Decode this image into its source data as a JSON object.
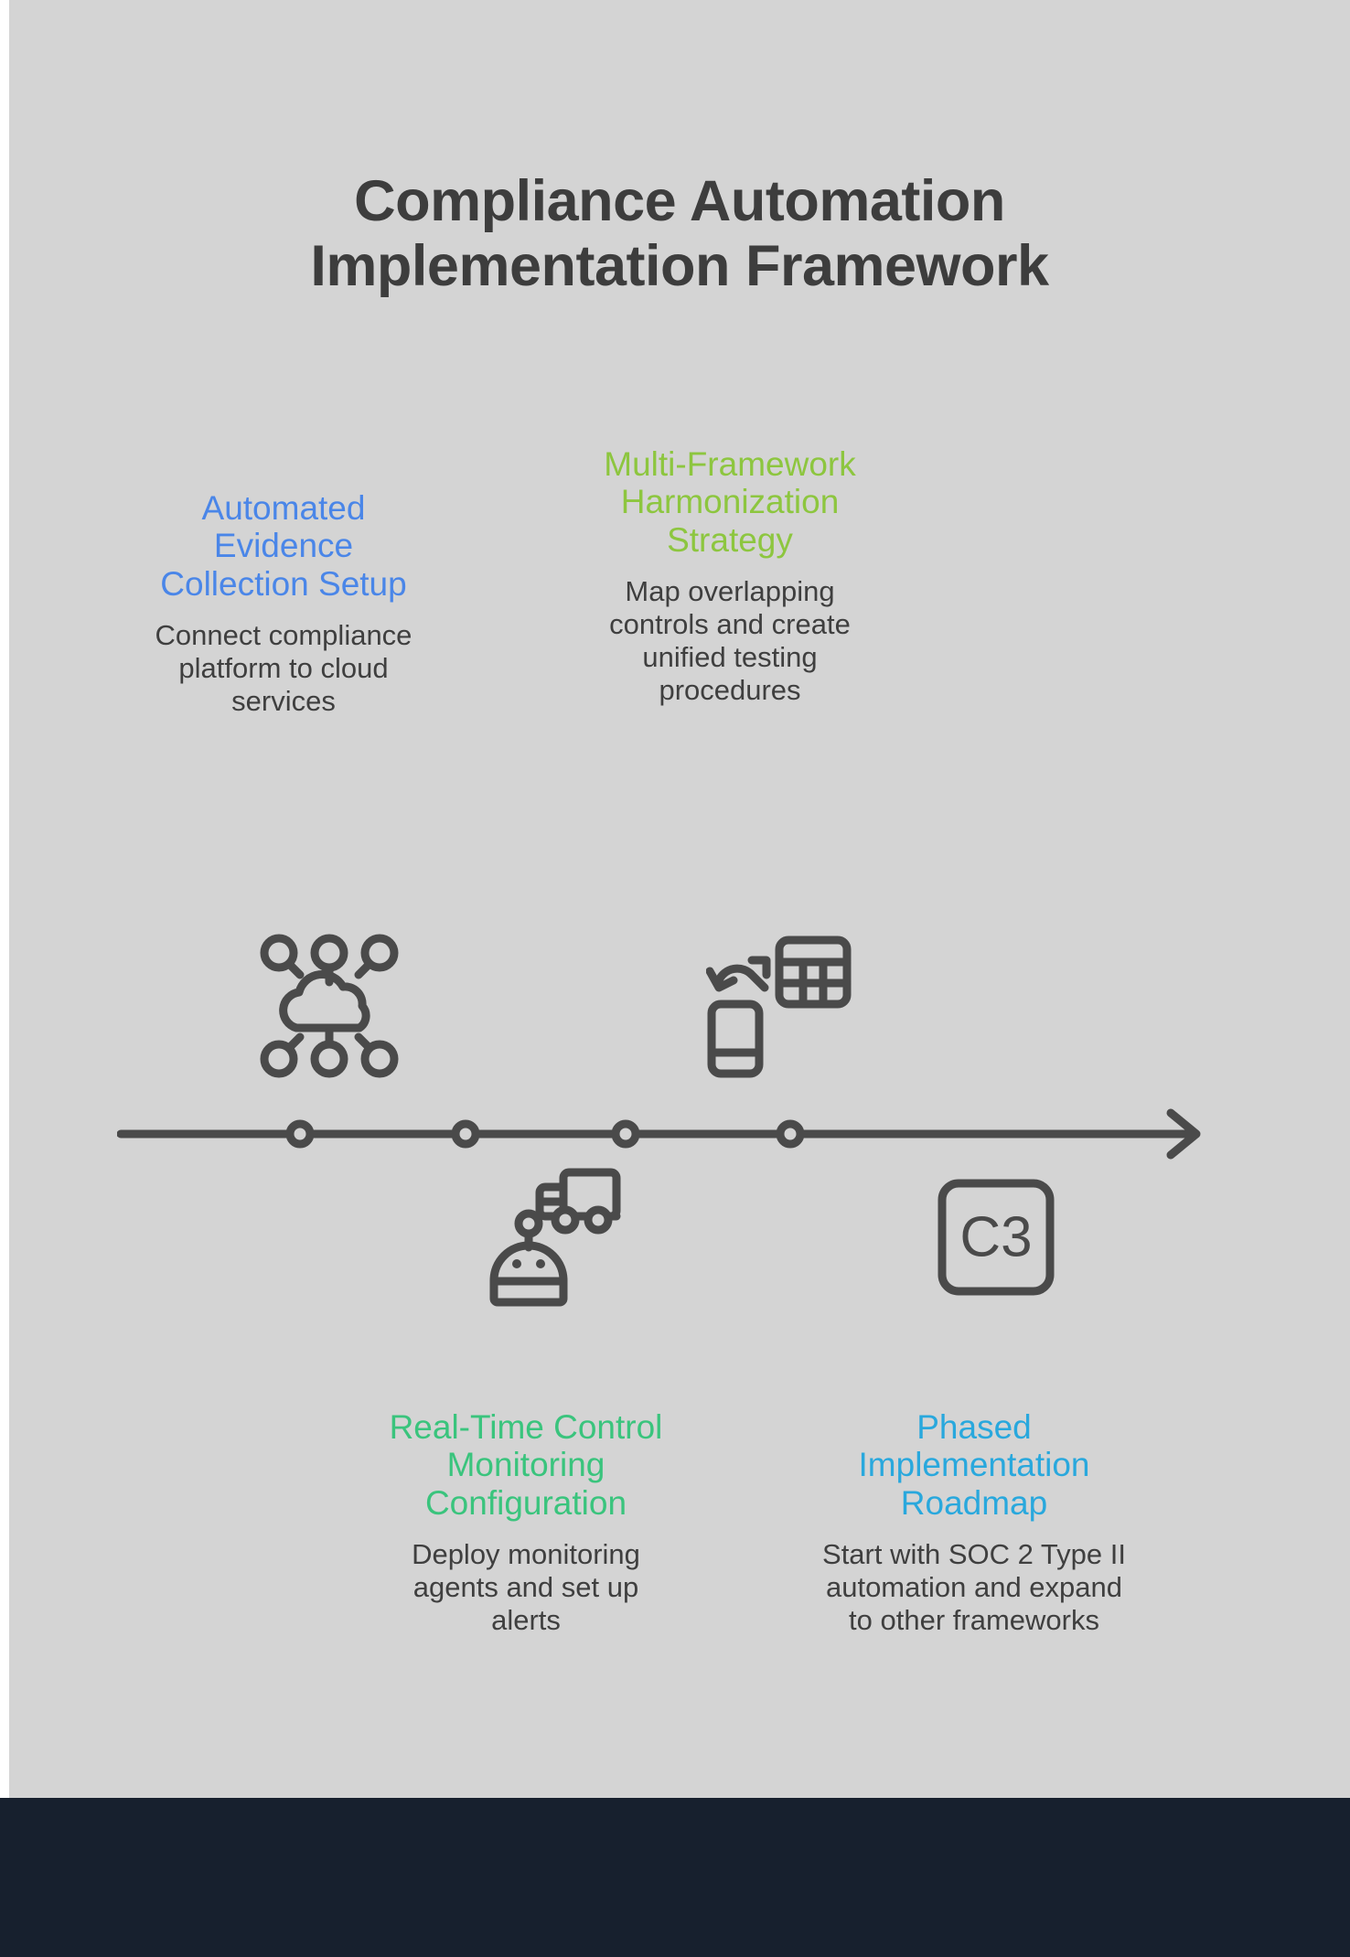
{
  "title": {
    "line1": "Compliance Automation",
    "line2": "Implementation Framework"
  },
  "colors": {
    "background": "#d4d4d4",
    "footer_band": "#17202e",
    "title_text": "#3d3d3d",
    "body_text": "#3f3f3f",
    "axis": "#4a4a4a",
    "heading_blue": "#4a86e8",
    "heading_olive_green": "#8dc63f",
    "heading_emerald": "#3ac47d",
    "heading_cyan_blue": "#29a8dd"
  },
  "milestones": [
    {
      "heading": "Automated Evidence Collection Setup",
      "description": "Connect compliance platform to cloud services",
      "color": "#4a86e8",
      "icon": "cloud-network-icon",
      "position": "above"
    },
    {
      "heading": "Multi-Framework Harmonization Strategy",
      "description": "Map overlapping controls and create unified testing procedures",
      "color": "#8dc63f",
      "icon": "data-sync-icon",
      "position": "above"
    },
    {
      "heading": "Real-Time Control Monitoring Configuration",
      "description": "Deploy monitoring agents and set up alerts",
      "color": "#3ac47d",
      "icon": "robot-truck-icon",
      "position": "below"
    },
    {
      "heading": "Phased Implementation Roadmap",
      "description": "Start with SOC 2 Type II automation and expand to other frameworks",
      "color": "#29a8dd",
      "icon": "c3-badge-icon",
      "position": "below"
    }
  ],
  "timeline": {
    "node_count": 4,
    "direction": "left-to-right",
    "arrowhead": "right"
  },
  "icon_labels": {
    "c3_badge_text": "C3"
  }
}
